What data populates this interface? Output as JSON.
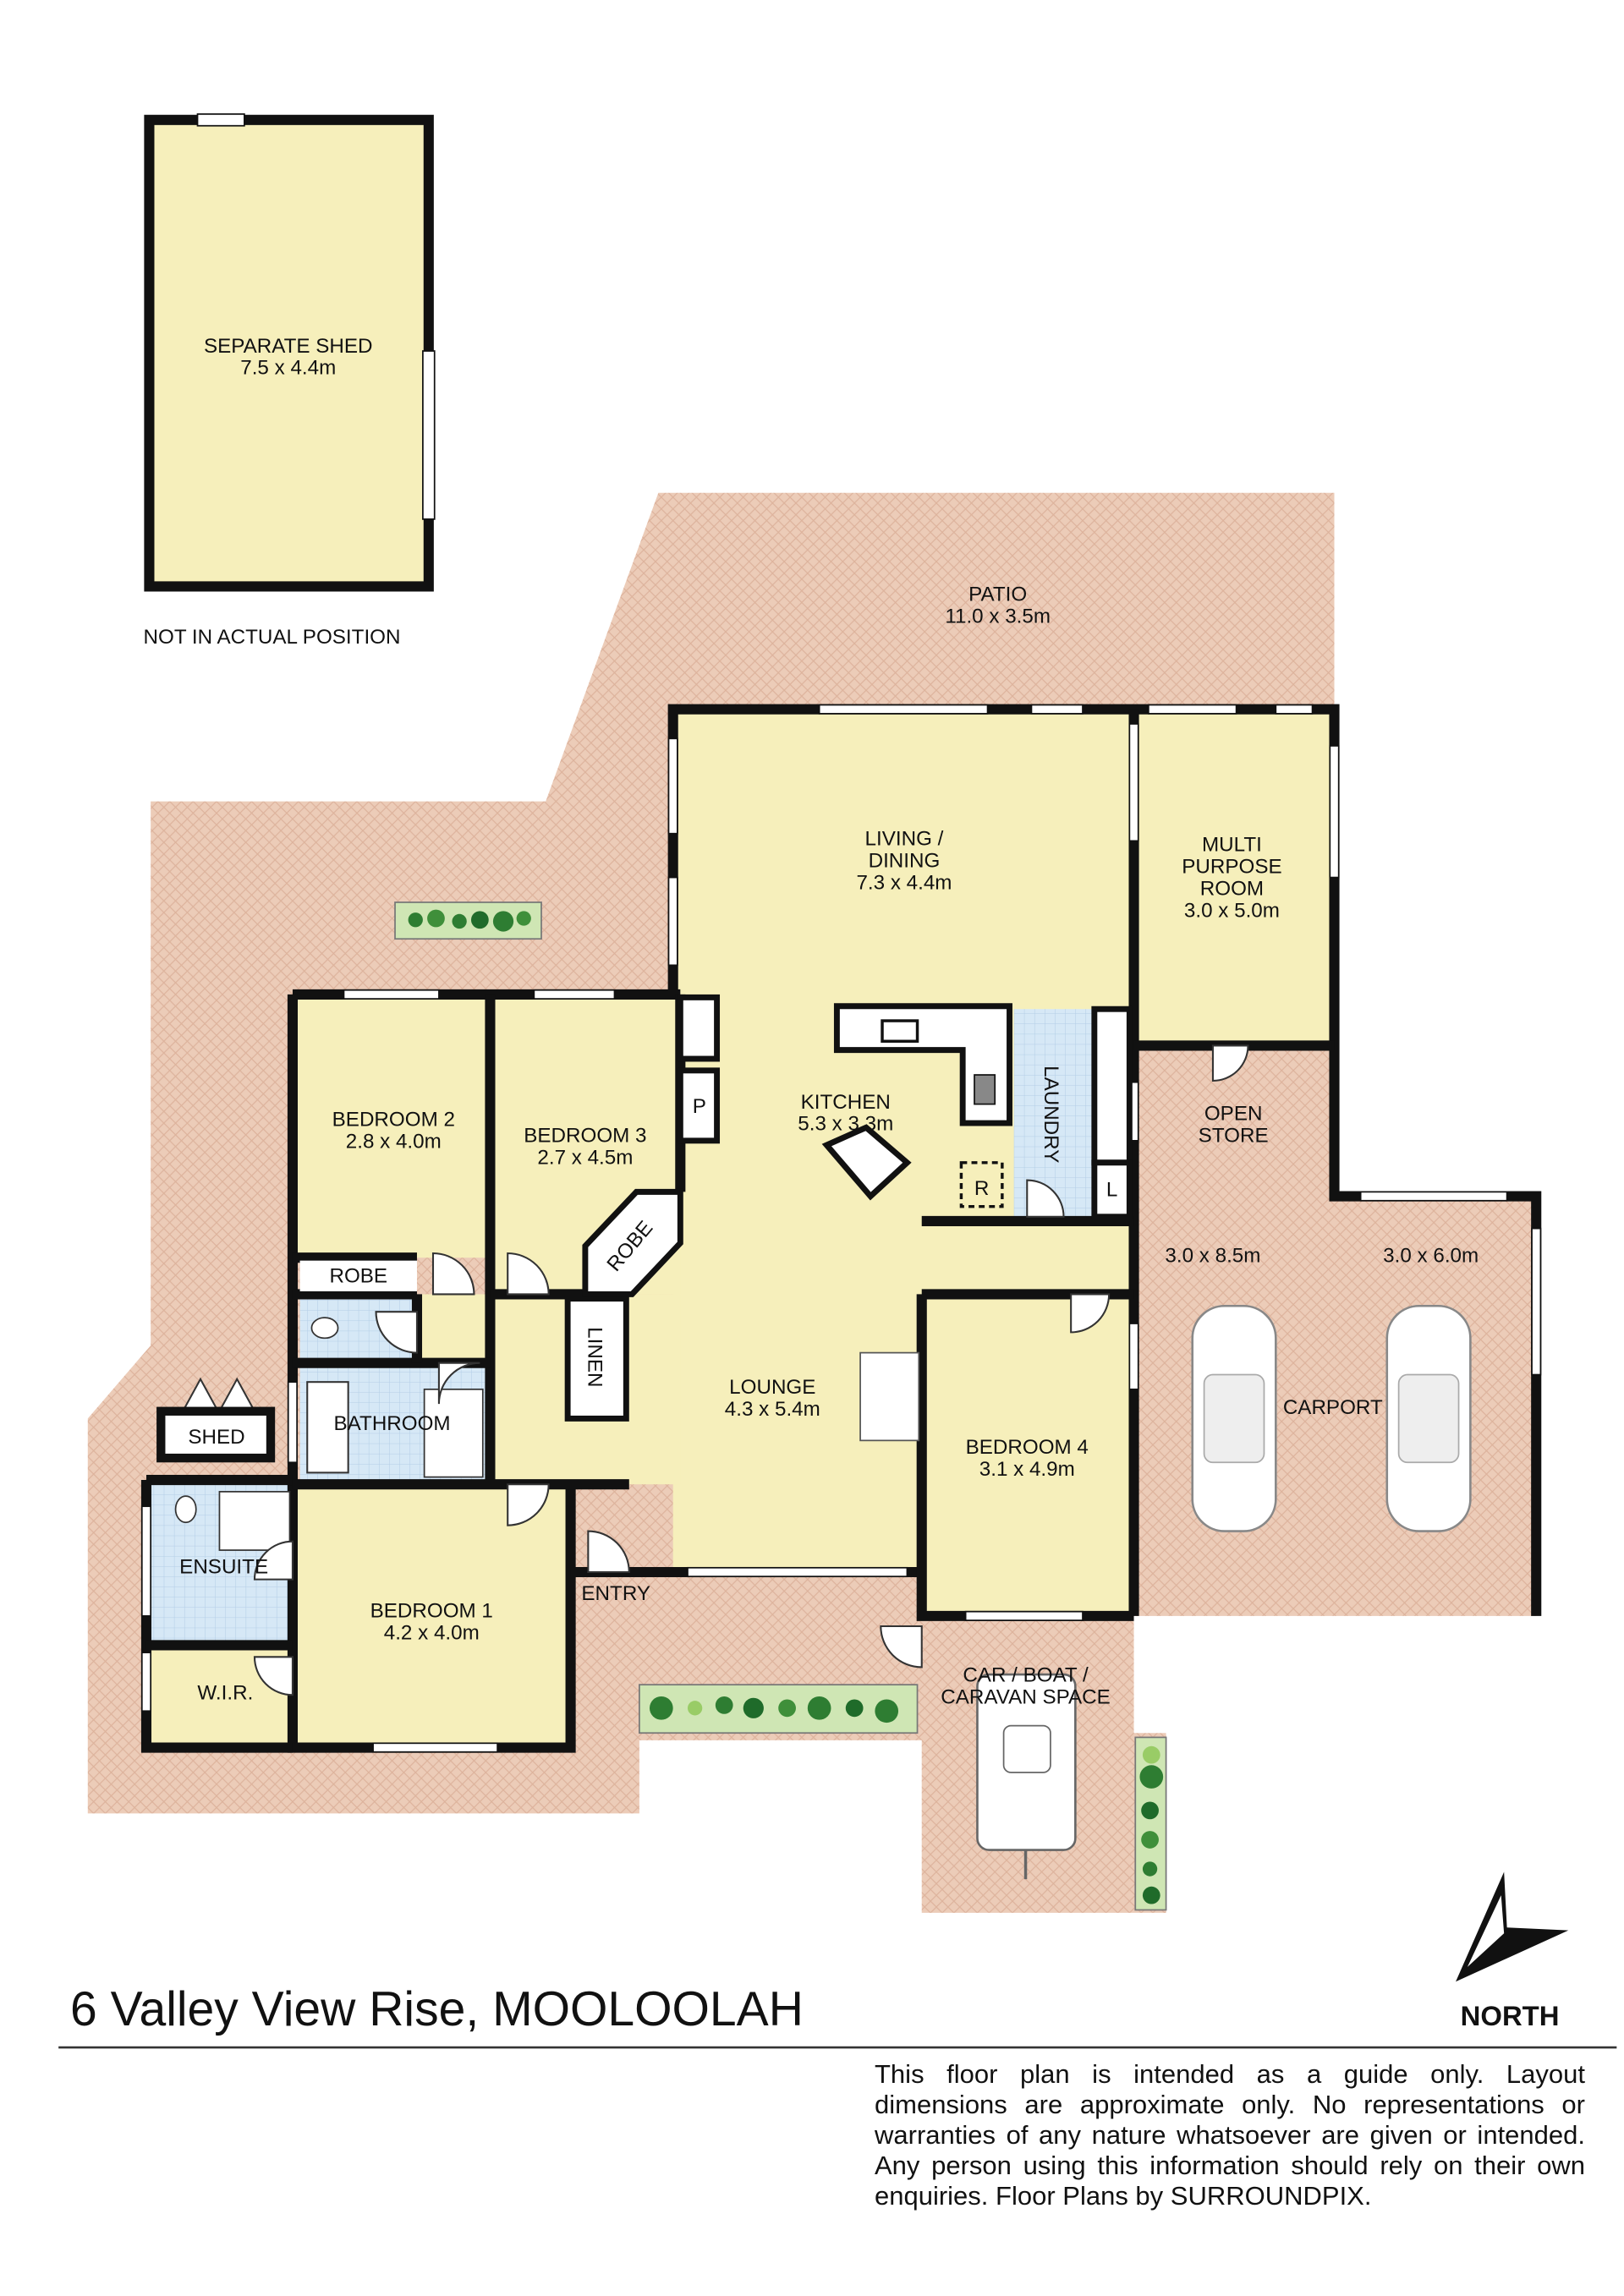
{
  "title": "6 Valley View Rise, MOOLOOLAH",
  "north_label": "NORTH",
  "disclaimer": "This floor plan is intended as a guide only. Layout dimensions are approximate only. No representations or warranties of any nature whatsoever are given or intended. Any person using this information should rely on their own enquiries. Floor Plans by  SURROUNDPIX.",
  "shed_note": "NOT IN ACTUAL POSITION",
  "colors": {
    "floor": "#f6efbb",
    "outdoor": "#ecccb8",
    "wet": "#d6e8f6",
    "wall": "#111111",
    "garden": "#cfe6b4"
  },
  "rooms": {
    "separate_shed": {
      "name": "SEPARATE SHED",
      "size": "7.5 x 4.4m"
    },
    "patio": {
      "name": "PATIO",
      "size": "11.0 x 3.5m"
    },
    "living_dining": {
      "name1": "LIVING /",
      "name2": "DINING",
      "size": "7.3 x 4.4m"
    },
    "multi_purpose": {
      "name1": "MULTI",
      "name2": "PURPOSE",
      "name3": "ROOM",
      "size": "3.0 x 5.0m"
    },
    "bedroom2": {
      "name": "BEDROOM 2",
      "size": "2.8 x 4.0m"
    },
    "bedroom3": {
      "name": "BEDROOM 3",
      "size": "2.7 x 4.5m"
    },
    "kitchen": {
      "name": "KITCHEN",
      "size": "5.3 x 3.3m"
    },
    "laundry": {
      "name": "LAUNDRY"
    },
    "open_store": {
      "name1": "OPEN",
      "name2": "STORE"
    },
    "carport": {
      "name": "CARPORT",
      "size1": "3.0 x 8.5m",
      "size2": "3.0 x 6.0m"
    },
    "robe1": {
      "name": "ROBE"
    },
    "robe2": {
      "name": "ROBE"
    },
    "linen": {
      "name": "LINEN"
    },
    "pantry": {
      "name": "P"
    },
    "fridge": {
      "name": "R"
    },
    "linen_l": {
      "name": "L"
    },
    "bathroom": {
      "name": "BATHROOM"
    },
    "shed": {
      "name": "SHED"
    },
    "lounge": {
      "name": "LOUNGE",
      "size": "4.3 x 5.4m"
    },
    "bedroom4": {
      "name": "BEDROOM 4",
      "size": "3.1 x 4.9m"
    },
    "ensuite": {
      "name": "ENSUITE"
    },
    "bedroom1": {
      "name": "BEDROOM 1",
      "size": "4.2 x 4.0m"
    },
    "entry": {
      "name": "ENTRY"
    },
    "wir": {
      "name": "W.I.R."
    },
    "car_space": {
      "name1": "CAR / BOAT /",
      "name2": "CARAVAN SPACE"
    }
  }
}
